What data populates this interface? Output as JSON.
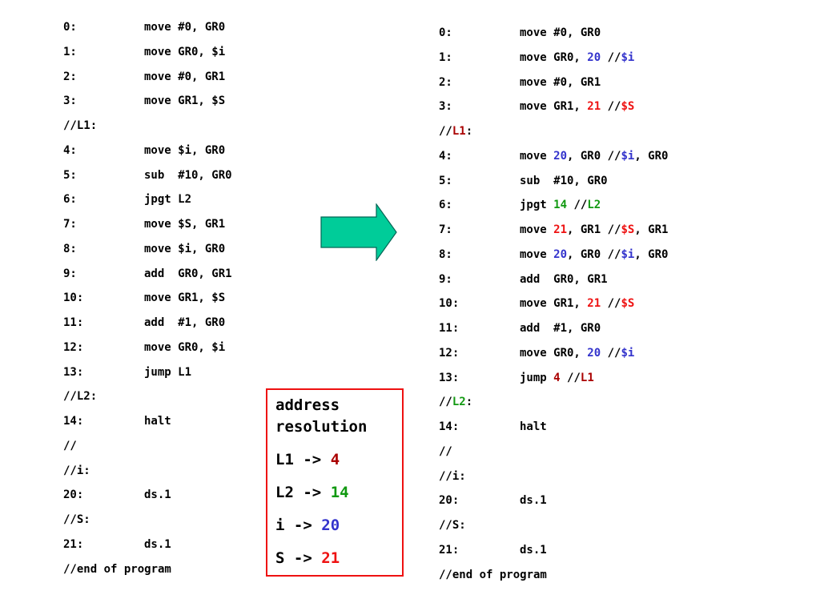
{
  "left_listing": [
    {
      "addr": "0:",
      "code": "move #0, GR0"
    },
    {
      "addr": "1:",
      "code": "move GR0, $i"
    },
    {
      "addr": "2:",
      "code": "move #0, GR1"
    },
    {
      "addr": "3:",
      "code": "move GR1, $S"
    },
    {
      "label": "//L1:"
    },
    {
      "addr": "4:",
      "code": "move $i, GR0"
    },
    {
      "addr": "5:",
      "code": "sub  #10, GR0"
    },
    {
      "addr": "6:",
      "code": "jpgt L2"
    },
    {
      "addr": "7:",
      "code": "move $S, GR1"
    },
    {
      "addr": "8:",
      "code": "move $i, GR0"
    },
    {
      "addr": "9:",
      "code": "add  GR0, GR1"
    },
    {
      "addr": "10:",
      "code": "move GR1, $S"
    },
    {
      "addr": "11:",
      "code": "add  #1, GR0"
    },
    {
      "addr": "12:",
      "code": "move GR0, $i"
    },
    {
      "addr": "13:",
      "code": "jump L1"
    },
    {
      "label": "//L2:"
    },
    {
      "addr": "14:",
      "code": "halt"
    },
    {
      "label": "//"
    },
    {
      "label": "//i:"
    },
    {
      "addr": "20:",
      "code": "ds.1"
    },
    {
      "label": "//S:"
    },
    {
      "addr": "21:",
      "code": "ds.1"
    },
    {
      "label": "//end of program"
    }
  ],
  "right_listing": [
    {
      "addr": "0:",
      "segments": [
        {
          "t": "move #0, GR0"
        }
      ]
    },
    {
      "addr": "1:",
      "segments": [
        {
          "t": "move GR0, "
        },
        {
          "t": "20",
          "c": "blue"
        },
        {
          "t": " //"
        },
        {
          "t": "$i",
          "c": "blue"
        }
      ]
    },
    {
      "addr": "2:",
      "segments": [
        {
          "t": "move #0, GR1"
        }
      ]
    },
    {
      "addr": "3:",
      "segments": [
        {
          "t": "move GR1, "
        },
        {
          "t": "21",
          "c": "red"
        },
        {
          "t": " //"
        },
        {
          "t": "$S",
          "c": "red"
        }
      ]
    },
    {
      "segments": [
        {
          "t": "//"
        },
        {
          "t": "L1",
          "c": "dark"
        },
        {
          "t": ":"
        }
      ]
    },
    {
      "addr": "4:",
      "segments": [
        {
          "t": "move "
        },
        {
          "t": "20",
          "c": "blue"
        },
        {
          "t": ", GR0 //"
        },
        {
          "t": "$i",
          "c": "blue"
        },
        {
          "t": ", GR0"
        }
      ]
    },
    {
      "addr": "5:",
      "segments": [
        {
          "t": "sub  #10, GR0"
        }
      ]
    },
    {
      "addr": "6:",
      "segments": [
        {
          "t": "jpgt "
        },
        {
          "t": "14",
          "c": "green"
        },
        {
          "t": " //"
        },
        {
          "t": "L2",
          "c": "green"
        }
      ]
    },
    {
      "addr": "7:",
      "segments": [
        {
          "t": "move "
        },
        {
          "t": "21",
          "c": "red"
        },
        {
          "t": ", GR1 //"
        },
        {
          "t": "$S",
          "c": "red"
        },
        {
          "t": ", GR1"
        }
      ]
    },
    {
      "addr": "8:",
      "segments": [
        {
          "t": "move "
        },
        {
          "t": "20",
          "c": "blue"
        },
        {
          "t": ", GR0 //"
        },
        {
          "t": "$i",
          "c": "blue"
        },
        {
          "t": ", GR0"
        }
      ]
    },
    {
      "addr": "9:",
      "segments": [
        {
          "t": "add  GR0, GR1"
        }
      ]
    },
    {
      "addr": "10:",
      "segments": [
        {
          "t": "move GR1, "
        },
        {
          "t": "21",
          "c": "red"
        },
        {
          "t": " //"
        },
        {
          "t": "$S",
          "c": "red"
        }
      ]
    },
    {
      "addr": "11:",
      "segments": [
        {
          "t": "add  #1, GR0"
        }
      ]
    },
    {
      "addr": "12:",
      "segments": [
        {
          "t": "move GR0, "
        },
        {
          "t": "20",
          "c": "blue"
        },
        {
          "t": " //"
        },
        {
          "t": "$i",
          "c": "blue"
        }
      ]
    },
    {
      "addr": "13:",
      "segments": [
        {
          "t": "jump "
        },
        {
          "t": "4",
          "c": "dark"
        },
        {
          "t": " //"
        },
        {
          "t": "L1",
          "c": "dark"
        }
      ]
    },
    {
      "segments": [
        {
          "t": "//"
        },
        {
          "t": "L2",
          "c": "green"
        },
        {
          "t": ":"
        }
      ]
    },
    {
      "addr": "14:",
      "segments": [
        {
          "t": "halt"
        }
      ]
    },
    {
      "segments": [
        {
          "t": "//"
        }
      ]
    },
    {
      "segments": [
        {
          "t": "//i:"
        }
      ]
    },
    {
      "addr": "20:",
      "segments": [
        {
          "t": "ds.1"
        }
      ]
    },
    {
      "segments": [
        {
          "t": "//S:"
        }
      ]
    },
    {
      "addr": "21:",
      "segments": [
        {
          "t": "ds.1"
        }
      ]
    },
    {
      "segments": [
        {
          "t": "//end of program"
        }
      ]
    }
  ],
  "arrow": {
    "icon": "right-arrow-icon",
    "fill": "#00cc99",
    "stroke": "#006655"
  },
  "resolution_box": {
    "title": "address resolution",
    "mappings": [
      {
        "symbol": "L1",
        "arrow": "->",
        "value": "4",
        "c": "dark"
      },
      {
        "symbol": "L2",
        "arrow": "->",
        "value": "14",
        "c": "green"
      },
      {
        "symbol": "i",
        "arrow": "->",
        "value": "20",
        "c": "blue"
      },
      {
        "symbol": "S",
        "arrow": "->",
        "value": "21",
        "c": "red"
      }
    ]
  },
  "colors": {
    "blue": "#3333cc",
    "red": "#ee1111",
    "dark": "#aa0000",
    "green": "#119911",
    "box_border": "#ee1111"
  }
}
